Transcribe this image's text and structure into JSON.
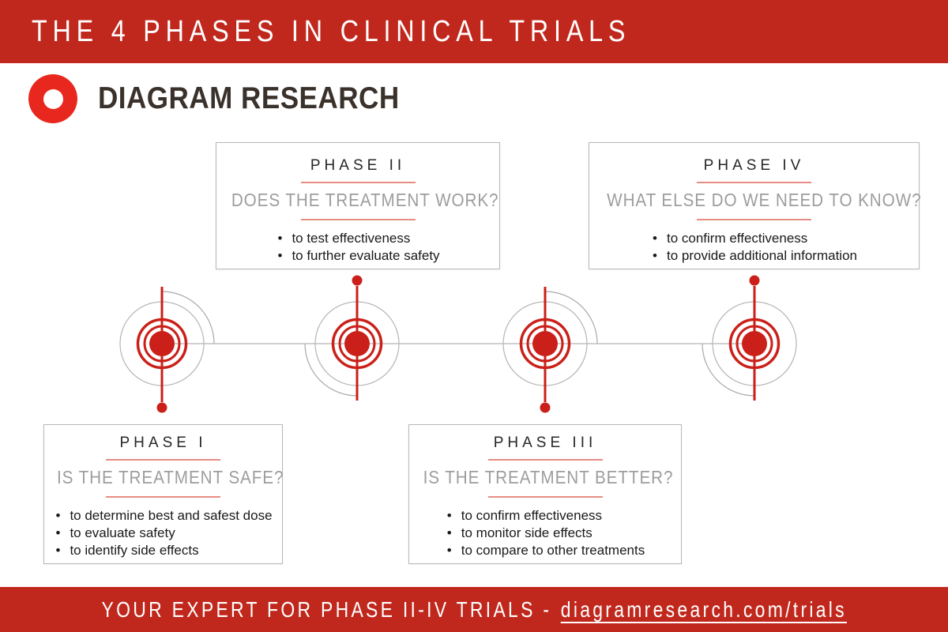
{
  "header": {
    "title": "THE 4 PHASES IN CLINICAL TRIALS"
  },
  "brand": {
    "name": "DIAGRAM RESEARCH",
    "logo_icon": "red-donut-circle"
  },
  "phases": [
    {
      "title": "PHASE I",
      "question": "IS THE TREATMENT SAFE?",
      "bullets": [
        "to determine best and safest dose",
        "to evaluate safety",
        "to identify side effects"
      ],
      "card_position": "bottom-left"
    },
    {
      "title": "PHASE II",
      "question": "DOES THE TREATMENT WORK?",
      "bullets": [
        "to test effectiveness",
        "to further evaluate safety"
      ],
      "card_position": "top-left"
    },
    {
      "title": "PHASE III",
      "question": "IS THE TREATMENT BETTER?",
      "bullets": [
        "to confirm effectiveness",
        "to monitor side effects",
        "to compare to other treatments"
      ],
      "card_position": "bottom-center"
    },
    {
      "title": "PHASE IV",
      "question": "WHAT ELSE DO WE NEED TO KNOW?",
      "bullets": [
        "to confirm effectiveness",
        "to provide additional information"
      ],
      "card_position": "top-right"
    }
  ],
  "timeline": {
    "marker_count": 4,
    "marker_icon": "concentric-target-with-plumb-line"
  },
  "footer": {
    "text": "YOUR EXPERT FOR PHASE II-IV TRIALS -",
    "link": "diagramresearch.com/trials"
  },
  "colors": {
    "bar_red": "#c1281d",
    "logo_red": "#e8281e",
    "marker_red": "#ca2019",
    "underline_salmon": "#e68d84",
    "line_gray": "#b5b5b5",
    "arc_gray": "#a8a8a8",
    "border_gray": "#b8b8b8",
    "title_dark": "#272727",
    "question_gray": "#9d9d9d",
    "text_dark": "#191919",
    "brand_dark": "#3a312b",
    "page_white": "#ffffff"
  }
}
